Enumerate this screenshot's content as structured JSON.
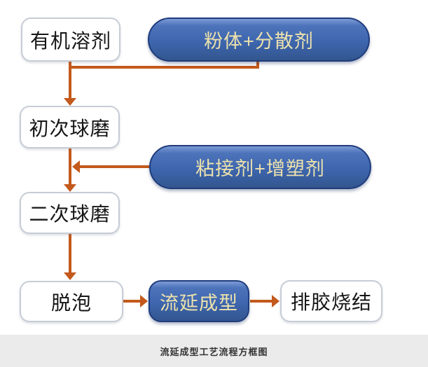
{
  "diagram": {
    "title": "流延成型工艺流程方框图",
    "nodes": [
      {
        "id": "organic-solvent",
        "label": "有机溶剂",
        "type": "process"
      },
      {
        "id": "powder-dispersant",
        "label": "粉体+分散剂",
        "type": "additive-input"
      },
      {
        "id": "first-ball-milling",
        "label": "初次球磨",
        "type": "process"
      },
      {
        "id": "binder-plasticizer",
        "label": "粘接剂+增塑剂",
        "type": "additive-input"
      },
      {
        "id": "second-ball-milling",
        "label": "二次球磨",
        "type": "process"
      },
      {
        "id": "defoaming",
        "label": "脱泡",
        "type": "process"
      },
      {
        "id": "tape-casting",
        "label": "流延成型",
        "type": "highlight"
      },
      {
        "id": "debinding-sintering",
        "label": "排胶烧结",
        "type": "process"
      }
    ],
    "edges": [
      {
        "from": "organic-solvent",
        "to": "first-ball-milling"
      },
      {
        "from": "powder-dispersant",
        "to": "first-ball-milling"
      },
      {
        "from": "first-ball-milling",
        "to": "second-ball-milling"
      },
      {
        "from": "binder-plasticizer",
        "to": "second-ball-milling"
      },
      {
        "from": "second-ball-milling",
        "to": "defoaming"
      },
      {
        "from": "defoaming",
        "to": "tape-casting"
      },
      {
        "from": "tape-casting",
        "to": "debinding-sintering"
      }
    ],
    "caption": "流延成型工艺流程方框图",
    "colors": {
      "arrow": "#c3591c",
      "pill_fill": "#3e66af",
      "pill_border": "#1f3c7c",
      "pill_text": "#ede2ac",
      "box_fill": "#ffffff",
      "box_border": "#c7cdd6",
      "box_text": "#161616",
      "caption_bg": "#ebebeb",
      "caption_text": "#333333"
    }
  }
}
